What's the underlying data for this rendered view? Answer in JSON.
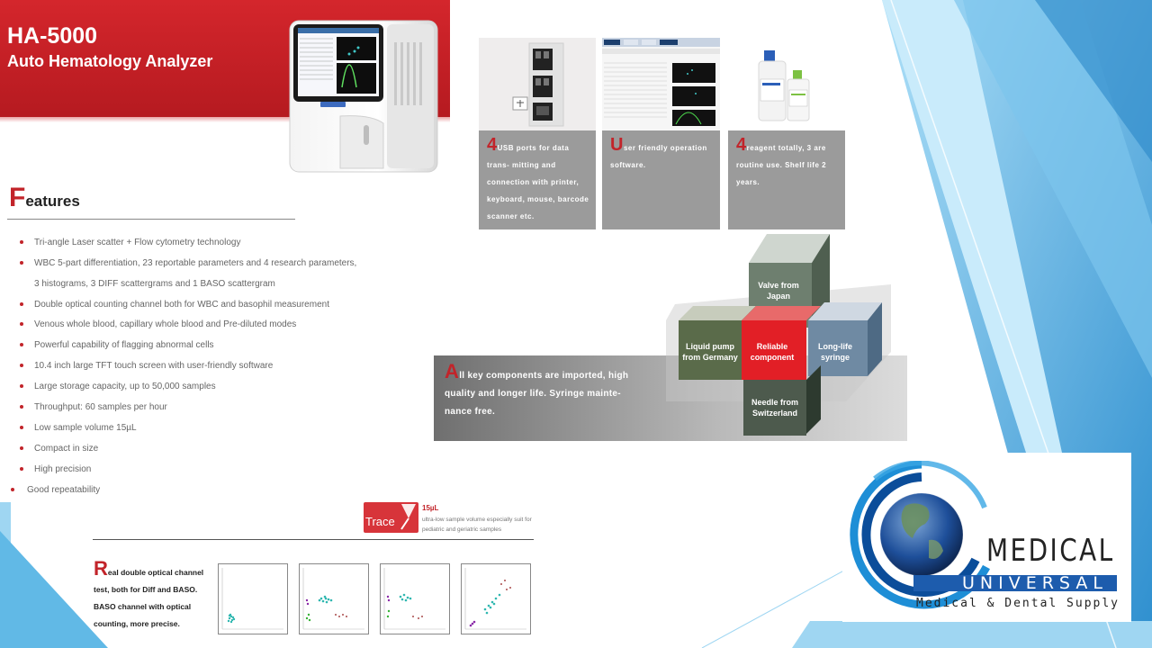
{
  "header": {
    "model": "HA-5000",
    "subtitle": "Auto Hematology Analyzer"
  },
  "features": {
    "title_initial": "F",
    "title_rest": "eatures",
    "items": [
      "Tri-angle Laser scatter + Flow cytometry technology",
      "WBC 5-part differentiation, 23 reportable parameters and 4 research parameters,",
      "3 histograms, 3 DIFF scattergrams and 1 BASO scattergram",
      "Double optical counting channel both for WBC and basophil measurement",
      "Venous whole blood, capillary whole blood and Pre-diluted modes",
      "Powerful capability of flagging abnormal cells",
      "10.4 inch large TFT touch screen with user-friendly software",
      "Large storage capacity, up to 50,000 samples",
      "Throughput: 60 samples per hour",
      "Low sample volume 15µL",
      "Compact in size",
      "High precision",
      "Good repeatability"
    ]
  },
  "cards": {
    "usb": {
      "initial": "4",
      "first": "USB ports for data trans-",
      "rest": "mitting and connection with printer, keyboard, mouse, barcode scanner etc."
    },
    "software": {
      "initial": "U",
      "first": "ser friendly operation",
      "rest": "software."
    },
    "reagent": {
      "initial": "4",
      "first": "reagent totally, 3 are",
      "rest": "routine use. Shelf life 2 years."
    }
  },
  "components": {
    "initial": "A",
    "text_first": "ll key components are imported, high",
    "text_rest": "quality and longer life. Syringe mainte- nance free.",
    "valve": "Valve from Japan",
    "pump": "Liquid pump from Germany",
    "reliable": "Reliable component",
    "syringe": "Long-life syringe",
    "needle": "Needle from Switzerland"
  },
  "trace": {
    "label": "Trace",
    "volume": "15µL",
    "description": "ultra-low sample volume especially suit for pediatric and geriatric samples"
  },
  "optical": {
    "initial": "R",
    "first": "eal double optical channel",
    "rest": "test, both for Diff and BASO. BASO channel with optical counting, more precise."
  },
  "logo": {
    "medical": "MEDICAL",
    "universal": "UNIVERSAL",
    "tagline": "Medical & Dental Supply"
  },
  "colors": {
    "brand_red": "#c2242a",
    "logo_blue": "#1d5cad",
    "background_blue": "#5fb6e3"
  }
}
